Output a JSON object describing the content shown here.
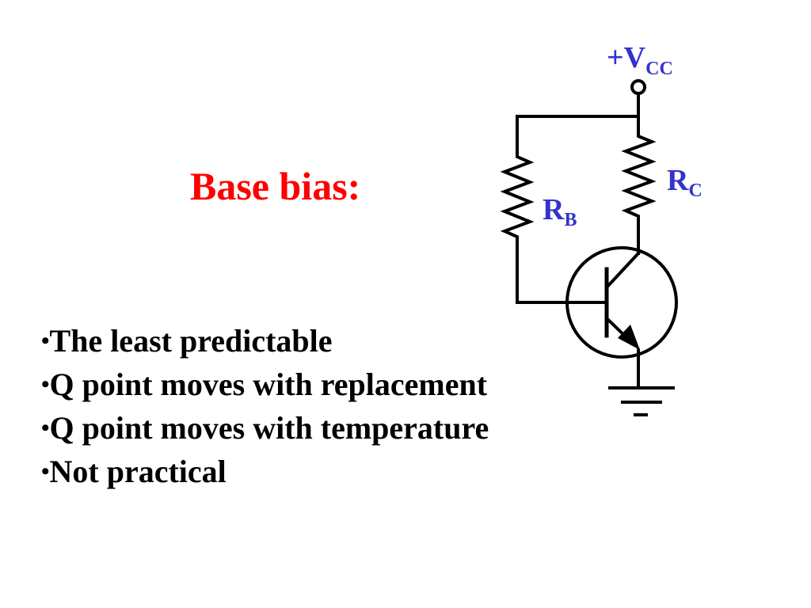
{
  "title": {
    "text": "Base bias:",
    "color": "#ff0000"
  },
  "bullets": [
    {
      "marker": "•",
      "text": "The least predictable"
    },
    {
      "marker": "•",
      "text": "Q point moves with replacement"
    },
    {
      "marker": "•",
      "text": "Q point moves with temperature"
    },
    {
      "marker": "•",
      "text": "Not practical"
    }
  ],
  "schematic": {
    "label_color": "#3333cc",
    "line_color": "#000000",
    "vcc": {
      "prefix": "+V",
      "subscript": "CC"
    },
    "rc": {
      "main": "R",
      "subscript": "C"
    },
    "rb": {
      "main": "R",
      "subscript": "B"
    },
    "components": [
      "supply-terminal",
      "collector-resistor",
      "base-resistor",
      "npn-transistor",
      "ground"
    ]
  }
}
